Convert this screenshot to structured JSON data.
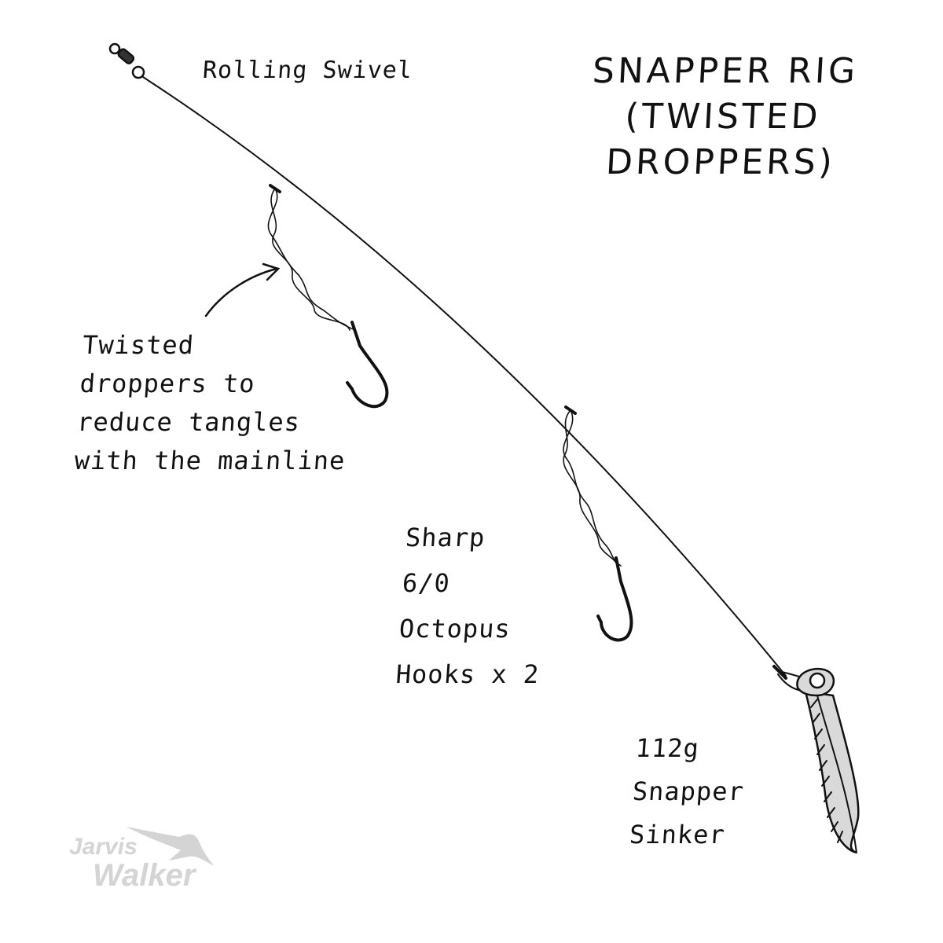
{
  "title": {
    "line1": "SNAPPER RIG",
    "line2": "(TWISTED",
    "line3": "DROPPERS)"
  },
  "labels": {
    "swivel": "Rolling Swivel",
    "droppers": [
      "Twisted",
      "droppers to",
      "reduce tangles",
      "with the mainline"
    ],
    "hooks": [
      "Sharp",
      "6/0",
      "Octopus",
      "Hooks x 2"
    ],
    "sinker": [
      "112g",
      "Snapper",
      "Sinker"
    ]
  },
  "logo": {
    "line1": "Jarvis",
    "line2": "Walker"
  },
  "colors": {
    "ink": "#111111",
    "sinker_fill": "#d9d9d9",
    "logo": "#d4d4d4"
  }
}
